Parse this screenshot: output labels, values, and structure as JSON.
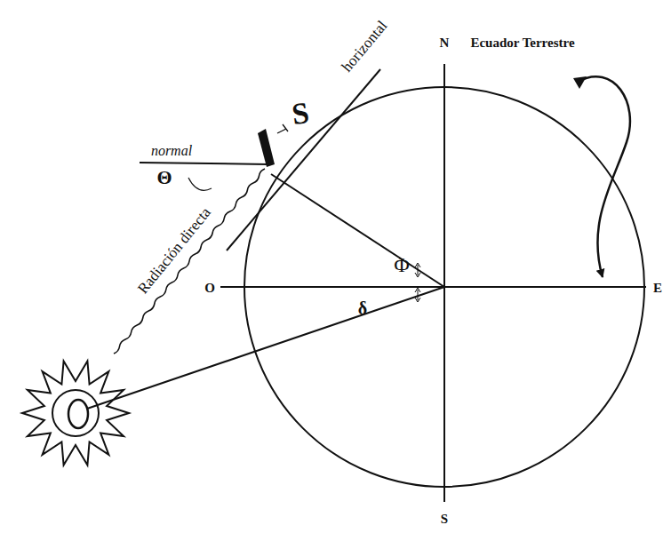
{
  "diagram": {
    "labels": [
      "N",
      "Ecuador Terrestre",
      "normal",
      "Θ",
      "S",
      "horizontal",
      "Radiación directa",
      "Φ",
      "O",
      "δ",
      "E",
      "S"
    ]
  }
}
